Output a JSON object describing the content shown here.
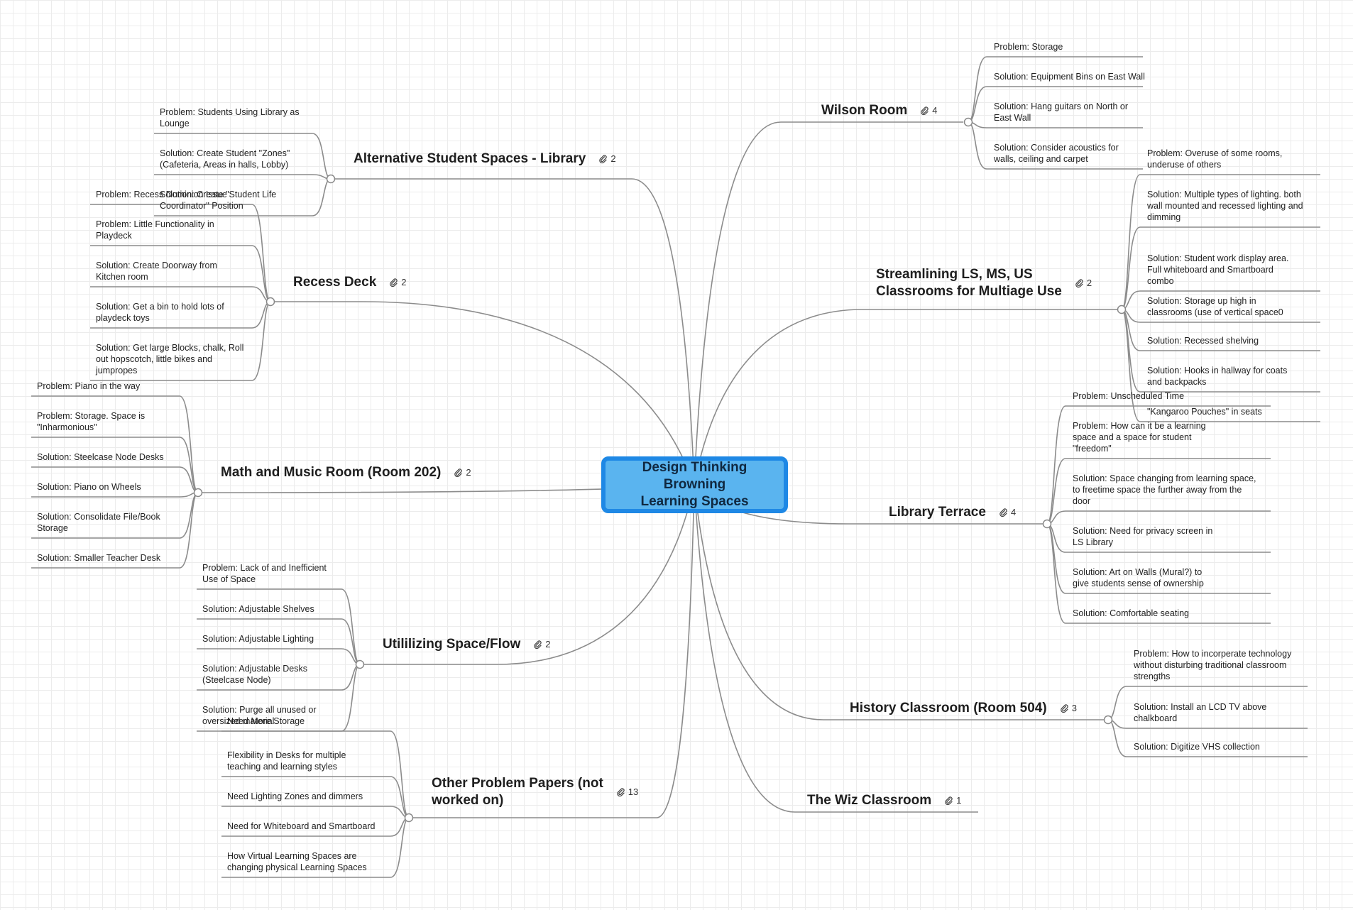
{
  "root": {
    "title": "Design Thinking Browning\nLearning Spaces"
  },
  "branches": [
    {
      "id": "wilson",
      "title": "Wilson Room",
      "attachments": "4",
      "leaves": [
        "Problem: Storage",
        "Solution: Equipment Bins on East Wall",
        "Solution: Hang guitars on North or\nEast Wall",
        "Solution: Consider acoustics for\nwalls, ceiling and carpet"
      ]
    },
    {
      "id": "streamlining",
      "title": "Streamlining LS, MS, US\nClassrooms for Multiage Use",
      "attachments": "2",
      "leaves": [
        "Problem: Overuse of some rooms,\nunderuse of others",
        "Solution: Multiple types of lighting. both\nwall mounted and recessed lighting and\ndimming",
        "Solution: Student work display area.\nFull whiteboard and Smartboard\ncombo",
        "Solution: Storage up high in\nclassrooms (use of vertical space0",
        "Solution: Recessed shelving",
        "Solution: Hooks in hallway for coats\nand backpacks",
        "\"Kangaroo Pouches\" in seats"
      ]
    },
    {
      "id": "terrace",
      "title": "Library Terrace",
      "attachments": "4",
      "leaves": [
        "Problem: Unscheduled Time",
        "Problem: How can it be a learning\nspace and a space for student\n\"freedom\"",
        "Solution: Space changing from learning space,\nto freetime space the further away from the\ndoor",
        "Solution: Need for privacy screen in\nLS Library",
        "Solution: Art on Walls (Mural?) to\ngive students sense of ownership",
        "Solution: Comfortable seating"
      ]
    },
    {
      "id": "history",
      "title": "History Classroom (Room 504)",
      "attachments": "3",
      "leaves": [
        "Problem: How to incorperate technology\nwithout disturbing traditional classroom\nstrengths",
        "Solution: Install an LCD TV above\nchalkboard",
        "Solution: Digitize VHS collection"
      ]
    },
    {
      "id": "wiz",
      "title": "The Wiz Classroom",
      "attachments": "1",
      "leaves": []
    },
    {
      "id": "library",
      "title": "Alternative Student Spaces - Library",
      "attachments": "2",
      "leaves": [
        "Problem: Students Using Library as\nLounge",
        "Solution: Create Student \"Zones\"\n(Cafeteria, Areas in halls, Lobby)",
        "Solution: Create \"Student Life\nCoordinator\" Position"
      ]
    },
    {
      "id": "recess",
      "title": "Recess Deck",
      "attachments": "2",
      "leaves": [
        "Problem: Recess Dominion Issue",
        "Problem: Little Functionality in\nPlaydeck",
        "Solution: Create Doorway from\nKitchen room",
        "Solution: Get a bin to hold lots of\nplaydeck toys",
        "Solution: Get large Blocks, chalk, Roll\nout hopscotch, little bikes and\njumpropes"
      ]
    },
    {
      "id": "math",
      "title": "Math and Music Room (Room 202)",
      "attachments": "2",
      "leaves": [
        "Problem: Piano in the way",
        "Problem: Storage. Space is\n\"Inharmonious\"",
        "Solution: Steelcase Node Desks",
        "Solution: Piano on Wheels",
        "Solution: Consolidate File/Book\nStorage",
        "Solution: Smaller Teacher Desk"
      ]
    },
    {
      "id": "space",
      "title": "Utililizing Space/Flow",
      "attachments": "2",
      "leaves": [
        "Problem: Lack of and Inefficient\nUse of Space",
        "Solution: Adjustable Shelves",
        "Solution: Adjustable Lighting",
        "Solution: Adjustable Desks\n(Steelcase Node)",
        "Solution: Purge all unused or\noversized material"
      ]
    },
    {
      "id": "other",
      "title": "Other Problem Papers (not\nworked on)",
      "attachments": "13",
      "leaves": [
        "Need More Storage",
        "Flexibility in Desks for multiple\nteaching and learning styles",
        "Need Lighting Zones and dimmers",
        "Need for Whiteboard and Smartboard",
        "How Virtual Learning Spaces are\nchanging physical Learning Spaces"
      ]
    }
  ]
}
